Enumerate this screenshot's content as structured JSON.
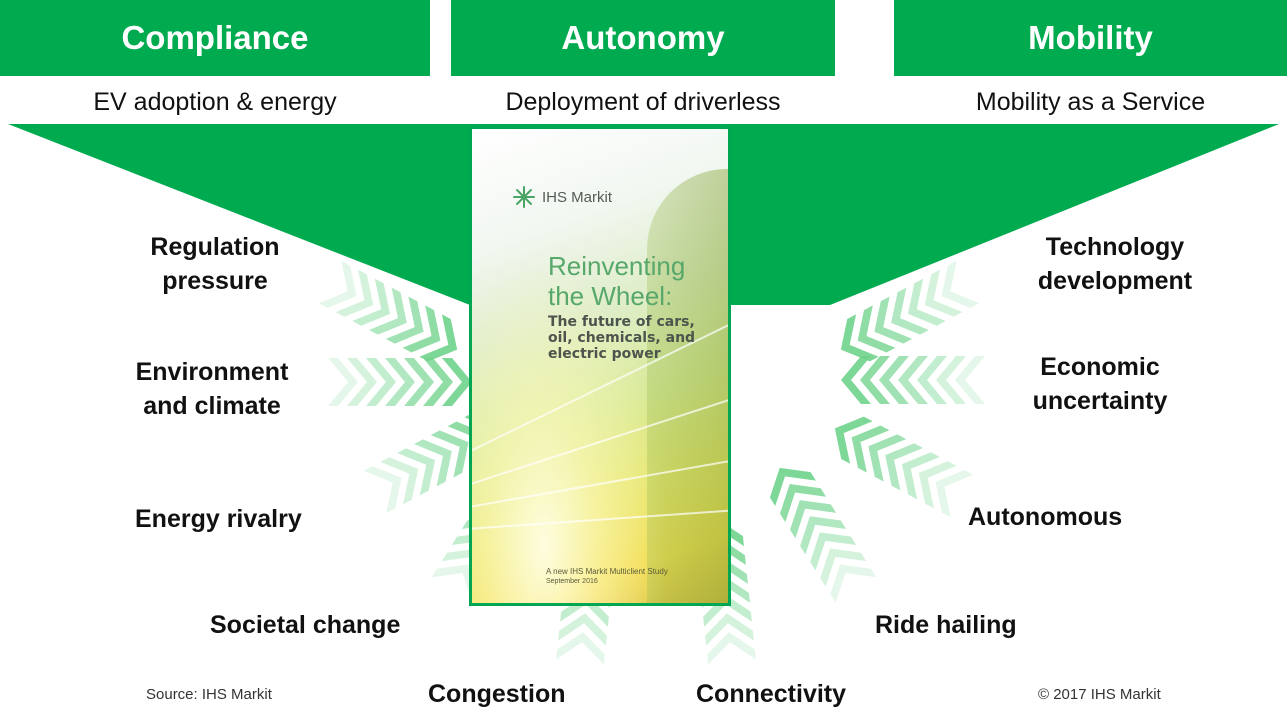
{
  "columns": [
    {
      "title": "Compliance",
      "subtitle": "EV adoption & energy"
    },
    {
      "title": "Autonomy",
      "subtitle": "Deployment of driverless"
    },
    {
      "title": "Mobility",
      "subtitle": "Mobility as a Service"
    }
  ],
  "drivers_left": {
    "regulation": "Regulation\npressure",
    "environment": "Environment\nand climate",
    "energy": "Energy rivalry",
    "societal": "Societal change"
  },
  "drivers_right": {
    "technology": "Technology\ndevelopment",
    "economic": "Economic\nuncertainty",
    "autonomous": "Autonomous",
    "ride": "Ride hailing"
  },
  "drivers_bottom": {
    "congestion": "Congestion",
    "connectivity": "Connectivity"
  },
  "cover": {
    "brand": "IHS Markit",
    "title": "Reinventing\nthe Wheel:",
    "subtitle": "The future of cars,\noil, chemicals, and\nelectric power",
    "footer1": "A new IHS Markit Multiclient Study",
    "footer2": "September 2016"
  },
  "footer": {
    "source": "Source:  IHS Markit",
    "copyright": "© 2017 IHS Markit"
  },
  "colors": {
    "brand_green": "#00aa4f",
    "arrow_green": "#6fd38c"
  },
  "icons": [
    "ihs-markit-logo-icon",
    "chevron-arrow-icon"
  ]
}
